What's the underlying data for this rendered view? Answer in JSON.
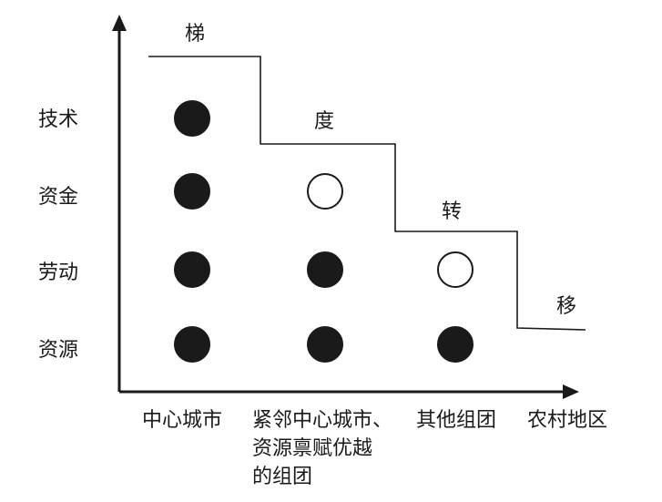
{
  "row_labels": [
    "技术",
    "资金",
    "劳动",
    "资源"
  ],
  "column_labels": [
    [
      "中心城市"
    ],
    [
      "紧邻中心城市、",
      "资源禀赋优越",
      "的组团"
    ],
    [
      "其他组团"
    ],
    [
      "农村地区"
    ]
  ],
  "stair_labels": [
    "梯",
    "度",
    "转",
    "移"
  ],
  "matrix": [
    [
      "filled",
      "none",
      "none"
    ],
    [
      "filled",
      "open",
      "none"
    ],
    [
      "filled",
      "filled",
      "open"
    ],
    [
      "filled",
      "filled",
      "filled"
    ]
  ],
  "colors": {
    "ink": "#1a1a1a",
    "background": "#ffffff"
  }
}
